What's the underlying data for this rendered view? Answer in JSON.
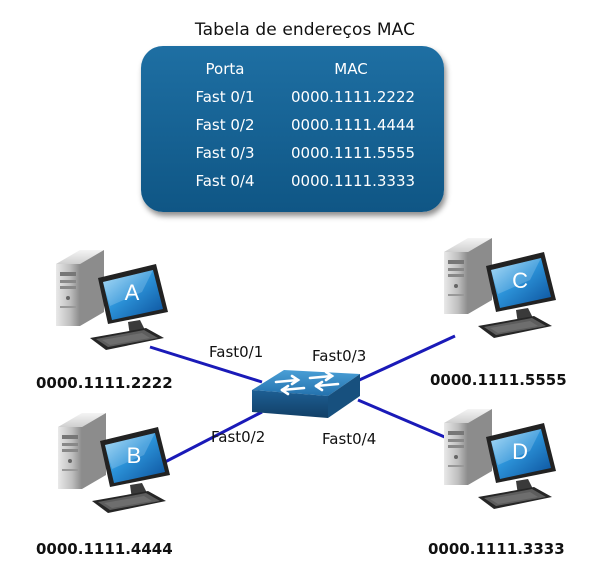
{
  "title": "Tabela de endereços MAC",
  "table": {
    "headers": [
      "Porta",
      "MAC"
    ],
    "rows": [
      [
        "Fast 0/1",
        "0000.1111.2222"
      ],
      [
        "Fast 0/2",
        "0000.1111.4444"
      ],
      [
        "Fast 0/3",
        "0000.1111.5555"
      ],
      [
        "Fast 0/4",
        "0000.1111.3333"
      ]
    ]
  },
  "hosts": {
    "A": {
      "letter": "A",
      "mac": "0000.1111.2222"
    },
    "B": {
      "letter": "B",
      "mac": "0000.1111.4444"
    },
    "C": {
      "letter": "C",
      "mac": "0000.1111.5555"
    },
    "D": {
      "letter": "D",
      "mac": "0000.1111.3333"
    }
  },
  "ports": {
    "p1": "Fast0/1",
    "p2": "Fast0/2",
    "p3": "Fast0/3",
    "p4": "Fast0/4"
  },
  "colors": {
    "table_bg": "#135f91",
    "link": "#1a1ab8",
    "switch": "#2a7bb5"
  }
}
